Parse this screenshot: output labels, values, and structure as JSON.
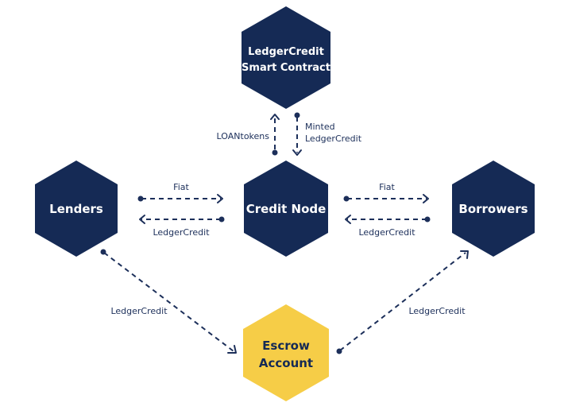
{
  "colors": {
    "navy": "#152a55",
    "yellow": "#f6cd47",
    "arrow": "#1c2f5a",
    "light_text": "#ffffff",
    "dark_text": "#152a55"
  },
  "nodes": {
    "smart_contract": {
      "line1": "LedgerCredit",
      "line2": "Smart Contract",
      "fill": "navy"
    },
    "credit_node": {
      "label": "Credit Node",
      "fill": "navy"
    },
    "lenders": {
      "label": "Lenders",
      "fill": "navy"
    },
    "borrowers": {
      "label": "Borrowers",
      "fill": "navy"
    },
    "escrow": {
      "line1": "Escrow",
      "line2": "Account",
      "fill": "yellow"
    }
  },
  "edges": {
    "credit_to_contract": {
      "label": "LOANtokens"
    },
    "contract_to_credit": {
      "line1": "Minted",
      "line2": "LedgerCredit"
    },
    "lenders_to_credit": {
      "label": "Fiat"
    },
    "credit_to_lenders": {
      "label": "LedgerCredit"
    },
    "credit_to_borrowers": {
      "label": "Fiat"
    },
    "borrowers_to_credit": {
      "label": "LedgerCredit"
    },
    "lenders_to_escrow": {
      "label": "LedgerCredit"
    },
    "escrow_to_borrowers": {
      "label": "LedgerCredit"
    }
  }
}
